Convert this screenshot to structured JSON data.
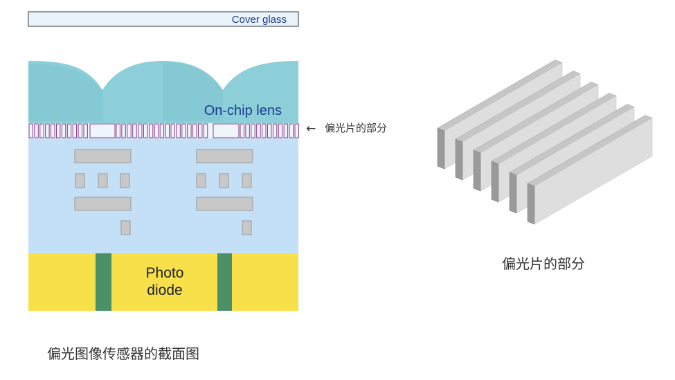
{
  "cross_section": {
    "cover_glass_label": "Cover glass",
    "lens_label": "On-chip lens",
    "photodiode_label_line1": "Photo",
    "photodiode_label_line2": "diode",
    "caption": "偏光图像传感器的截面图",
    "colors": {
      "cover_glass": "#e8f3fb",
      "lens": "#8ccfd9",
      "substrate": "#c4e0f6",
      "photodiode": "#f7e04a",
      "isolation": "#4a9068",
      "wiring": "#c8c8c8",
      "polarizer_grid": "#8a3a8a",
      "label_blue": "#1a3a8c"
    }
  },
  "pointer": {
    "arrow_glyph": "←",
    "label": "偏光片的部分"
  },
  "polarizer_3d": {
    "label": "偏光片的部分",
    "fin_count": 6,
    "colors": {
      "top": "#c6c6c6",
      "front": "#dedede",
      "left": "#9a9a9a"
    }
  }
}
